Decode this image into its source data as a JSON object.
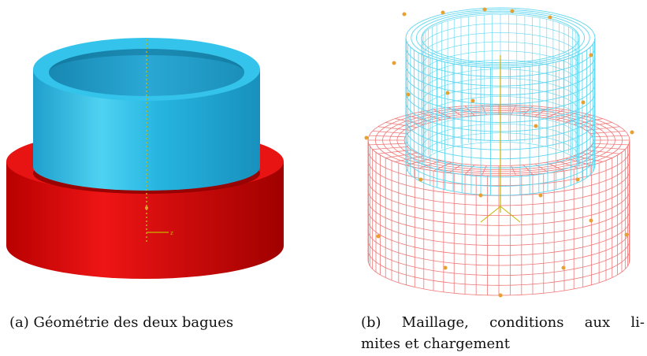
{
  "figures": [
    {
      "label": "(a)",
      "caption": "Géométrie des deux bagues",
      "colors": {
        "top_ring": "#26b5e0",
        "bottom_ring": "#e01010",
        "axis": "#c8b400"
      },
      "axis_label": "z"
    },
    {
      "label": "(b)",
      "caption_line1": "Maillage, conditions aux li-",
      "caption_line2": "mites et chargement",
      "colors": {
        "top_mesh": "#5fd6f0",
        "bottom_mesh": "#f07878",
        "nodes": "#e8a030"
      }
    }
  ]
}
